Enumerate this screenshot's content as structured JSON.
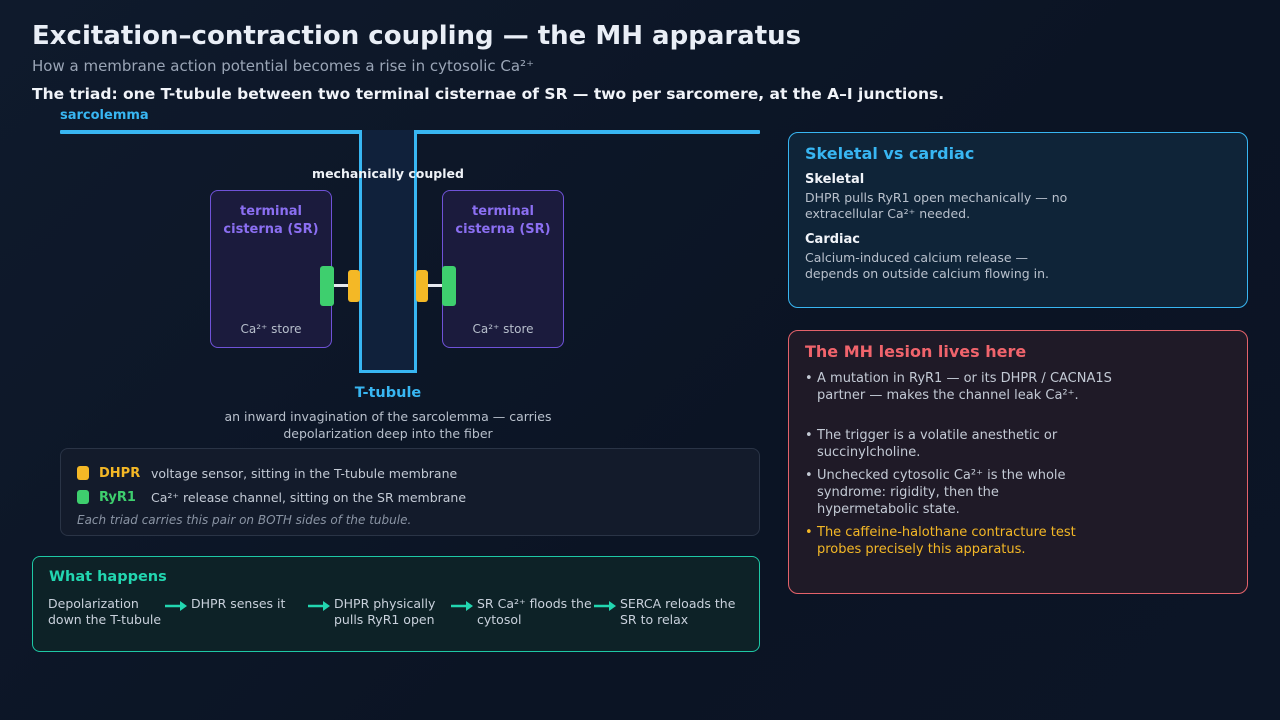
{
  "header": {
    "title": "Excitation–contraction coupling — the MH apparatus",
    "subtitle": "How a membrane action potential becomes a rise in cytosolic Ca²⁺",
    "triad_note": "The triad: one T-tubule between two terminal cisternae of SR — two per sarcomere, at the A–I junctions."
  },
  "diagram": {
    "sarcolemma_label": "sarcolemma",
    "coupled_label": "mechanically coupled",
    "cisterna_left": {
      "label": "terminal cisterna (SR)",
      "store": "Ca²⁺ store"
    },
    "cisterna_right": {
      "label": "terminal cisterna (SR)",
      "store": "Ca²⁺ store"
    },
    "ttubule_label": "T-tubule",
    "ttubule_desc": "an inward invagination of the sarcolemma — carries depolarization deep into the fiber"
  },
  "legend": {
    "dhpr": {
      "name": "DHPR",
      "desc": "voltage sensor, sitting in the T-tubule membrane",
      "color": "#f4b826"
    },
    "ryr1": {
      "name": "RyR1",
      "desc": "Ca²⁺ release channel, sitting on the SR membrane",
      "color": "#3ecf6e"
    },
    "note": "Each triad carries this pair on BOTH sides of the tubule."
  },
  "what_happens": {
    "title": "What happens",
    "steps": [
      "Depolarization down the T-tubule",
      "DHPR senses it",
      "DHPR physically pulls RyR1 open",
      "SR Ca²⁺ floods the cytosol",
      "SERCA reloads the SR to relax"
    ]
  },
  "compare": {
    "title": "Skeletal vs cardiac",
    "skeletal": {
      "heading": "Skeletal",
      "text": "DHPR pulls RyR1 open mechanically — no extracellular Ca²⁺ needed."
    },
    "cardiac": {
      "heading": "Cardiac",
      "text": "Calcium-induced calcium release — depends on outside calcium flowing in."
    }
  },
  "mh": {
    "title": "The MH lesion lives here",
    "bullets": [
      "A mutation in RyR1 — or its DHPR / CACNA1S partner — makes the channel leak Ca²⁺.",
      "The trigger is a volatile anesthetic or succinylcholine.",
      "Unchecked cytosolic Ca²⁺ is the whole syndrome: rigidity, then the hypermetabolic state.",
      "The caffeine-halothane contracture test probes precisely this apparatus."
    ]
  },
  "colors": {
    "accent_blue": "#38b6f2",
    "sr_purple": "#8b6ff2",
    "teal": "#22d6b0",
    "mh_red": "#f0646c",
    "highlight": "#f4b826"
  }
}
